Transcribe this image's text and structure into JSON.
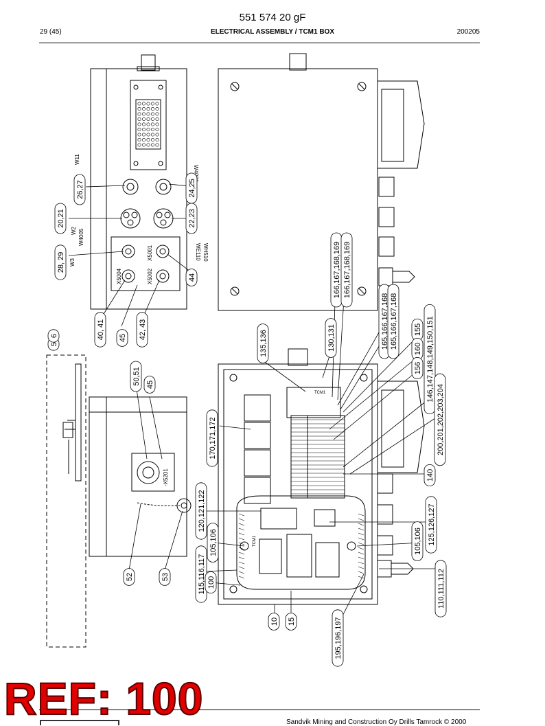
{
  "header": {
    "doc_number": "551 574 20 gF",
    "page": "29 (45)",
    "title": "ELECTRICAL ASSEMBLY / TCM1 BOX",
    "date": "200205"
  },
  "footer": {
    "ref_stamp": "REF: 100",
    "copyright": "Sandvik Mining and Construction Oy Drills Tamrock © 2000"
  },
  "callouts": [
    {
      "text": "26,27"
    },
    {
      "text": "20,21"
    },
    {
      "text": "28, 29"
    },
    {
      "text": "24,25"
    },
    {
      "text": "22,23"
    },
    {
      "text": "44"
    },
    {
      "text": "40, 41"
    },
    {
      "text": "45"
    },
    {
      "text": "42, 43"
    },
    {
      "text": "5"
    },
    {
      "text": "6"
    },
    {
      "text": "50,51"
    },
    {
      "text": "45"
    },
    {
      "text": "52"
    },
    {
      "text": "53"
    },
    {
      "text": "135,136"
    },
    {
      "text": "130,131"
    },
    {
      "text": "166,167,168,169"
    },
    {
      "text": "166,167,168,169"
    },
    {
      "text": "165,166,167,168"
    },
    {
      "text": "165,166,167,168"
    },
    {
      "text": "155"
    },
    {
      "text": "160"
    },
    {
      "text": "156"
    },
    {
      "text": "146,147,148,149,150,151"
    },
    {
      "text": "200,201,202,203,204"
    },
    {
      "text": "170,171,172"
    },
    {
      "text": "140"
    },
    {
      "text": "120,121,122"
    },
    {
      "text": "105,106"
    },
    {
      "text": "115,116,117"
    },
    {
      "text": "100"
    },
    {
      "text": "125,126,127"
    },
    {
      "text": "105,106"
    },
    {
      "text": "110,111,112"
    },
    {
      "text": "10"
    },
    {
      "text": "15"
    },
    {
      "text": "195,196,197"
    }
  ],
  "drawing_labels": {
    "w11": "W11",
    "w2": "W2",
    "w4005": "W4005",
    "w3": "W3",
    "w4001": "W4001",
    "we110": "WE110",
    "wh510": "WH510",
    "x5004": "X5004",
    "x5001": "X5001",
    "x5002": "X5002",
    "x5201": "-X5201",
    "tcm1": "TCM1",
    "tcm1_board": "TCM1"
  }
}
